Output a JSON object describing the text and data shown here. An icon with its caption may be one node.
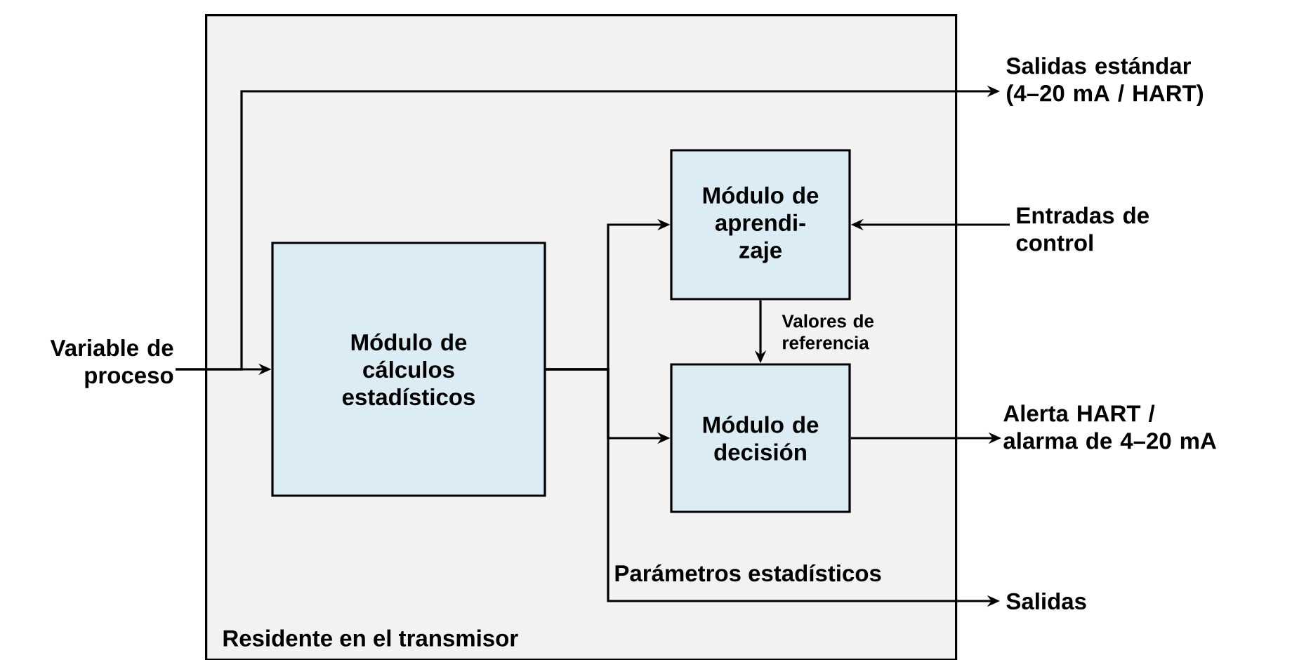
{
  "diagram": {
    "nodes": [
      {
        "text": [
          "Residente en el transmisor"
        ]
      },
      {
        "text": [
          "Variable de proceso"
        ]
      },
      {
        "text": [
          "Módulo de cálculos estadísticos"
        ],
        "in": 0
      },
      {
        "text": [
          "Módulo de aprendi- zaje"
        ],
        "in": 0
      },
      {
        "text": [
          "Módulo de decisión"
        ],
        "in": 0
      },
      {
        "text": [
          "Salidas estándar (4–20 mA / HART)"
        ]
      },
      {
        "text": [
          "Entradas de control"
        ]
      },
      {
        "text": [
          "Alerta HART / alarma de 4–20 mA"
        ]
      },
      {
        "text": [
          "Salidas"
        ]
      }
    ],
    "edges": [
      {
        "from": 1,
        "to": 2,
        "arrow": "to"
      },
      {
        "from": 1,
        "to": 5,
        "arrow": "to"
      },
      {
        "from": 2,
        "to": 3,
        "arrow": "to"
      },
      {
        "from": 2,
        "to": 4,
        "arrow": "to"
      },
      {
        "from": 2,
        "to": 8,
        "arrow": "to"
      },
      {
        "from": 6,
        "to": 3,
        "arrow": "to"
      },
      {
        "from": 3,
        "to": 4,
        "arrow": "to",
        "label": "Valores de referencia"
      },
      {
        "from": 4,
        "to": 7,
        "arrow": "to"
      }
    ],
    "labels": [
      "Parámetros estadísticos"
    ]
  }
}
